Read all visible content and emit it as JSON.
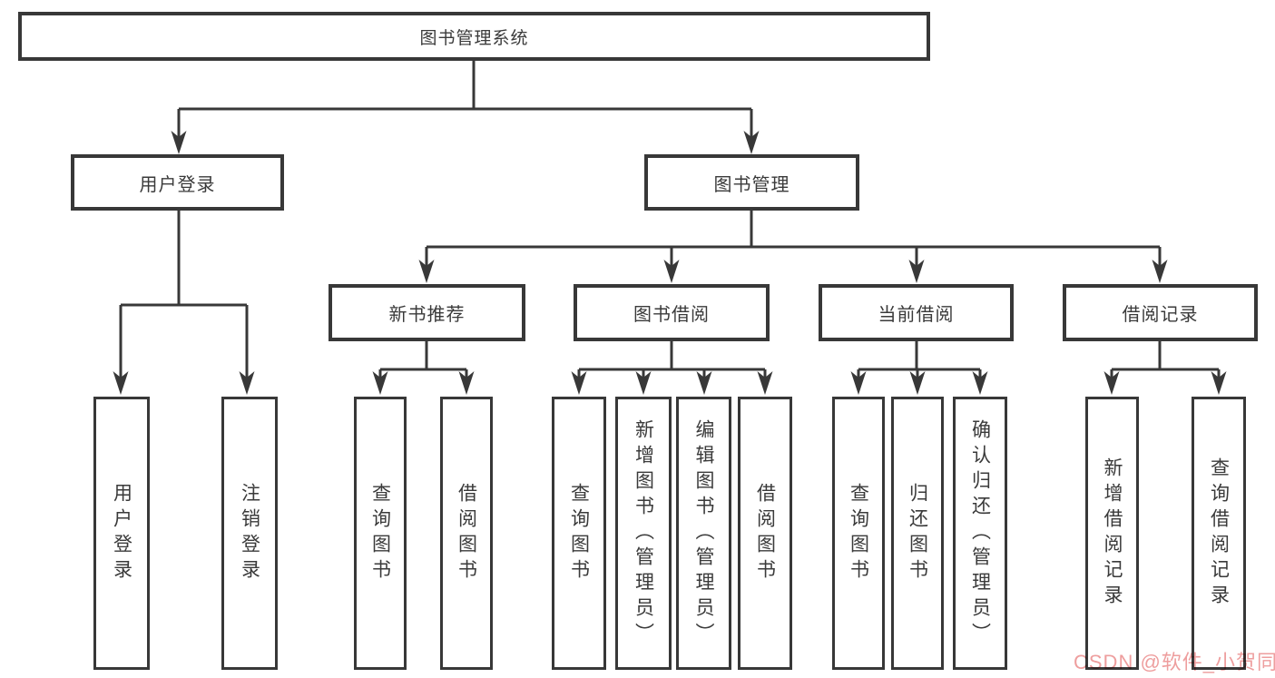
{
  "diagram_type": "hierarchy",
  "root": {
    "label": "图书管理系统"
  },
  "branches": [
    {
      "label": "用户登录",
      "children": [
        {
          "label": "用户登录"
        },
        {
          "label": "注销登录"
        }
      ]
    },
    {
      "label": "图书管理",
      "children": [
        {
          "label": "新书推荐",
          "children": [
            {
              "label": "查询图书"
            },
            {
              "label": "借阅图书"
            }
          ]
        },
        {
          "label": "图书借阅",
          "children": [
            {
              "label": "查询图书"
            },
            {
              "label": "新增图书（管理员）"
            },
            {
              "label": "编辑图书（管理员）"
            },
            {
              "label": "借阅图书"
            }
          ]
        },
        {
          "label": "当前借阅",
          "children": [
            {
              "label": "查询图书"
            },
            {
              "label": "归还图书"
            },
            {
              "label": "确认归还（管理员）"
            }
          ]
        },
        {
          "label": "借阅记录",
          "children": [
            {
              "label": "新增借阅记录"
            },
            {
              "label": "查询借阅记录"
            }
          ]
        }
      ]
    }
  ],
  "watermark": {
    "text": "CSDN @软件_小贺同学"
  },
  "colors": {
    "line": "#383838",
    "text": "#3a3a3a",
    "background": "#ffffff",
    "watermark": "#ee9e9e"
  }
}
